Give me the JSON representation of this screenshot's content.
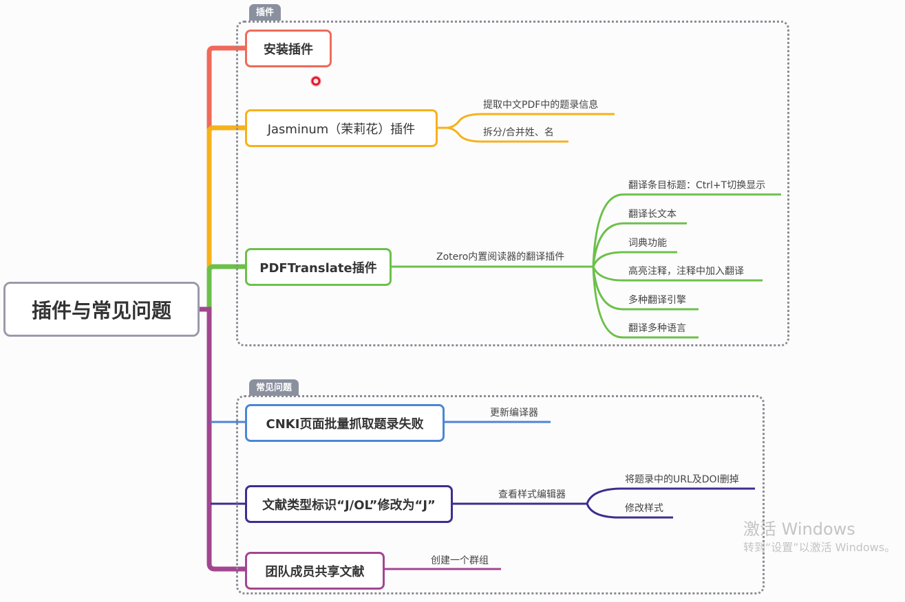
{
  "colors": {
    "install": "#ef6a5a",
    "jasminum": "#f6b11b",
    "pdftranslate": "#6cc04a",
    "root_trunk": "#a2468f",
    "cnki": "#4a86d4",
    "doctype": "#3c2d8f",
    "team": "#a2468f"
  },
  "root": {
    "label": "插件与常见问题"
  },
  "groups": [
    {
      "tag": "插件"
    },
    {
      "tag": "常见问题"
    }
  ],
  "topics": [
    {
      "label": "安装插件",
      "children": []
    },
    {
      "label": "Jasminum（茉莉花）插件",
      "children": [
        "提取中文PDF中的题录信息",
        "拆分/合并姓、名"
      ]
    },
    {
      "label": "PDFTranslate插件",
      "mid": "Zotero内置阅读器的翻译插件",
      "children": [
        "翻译条目标题：Ctrl+T切换显示",
        "翻译长文本",
        "词典功能",
        "高亮注释，注释中加入翻译",
        "多种翻译引擎",
        "翻译多种语言"
      ]
    },
    {
      "label": "CNKI页面批量抓取题录失败",
      "children": [
        "更新编译器"
      ]
    },
    {
      "label": "文献类型标识“J/OL”修改为“J”",
      "mid": "查看样式编辑器",
      "children": [
        "将题录中的URL及DOI删掉",
        "修改样式"
      ]
    },
    {
      "label": "团队成员共享文献",
      "children": [
        "创建一个群组"
      ]
    }
  ],
  "watermark": {
    "line1": "激活 Windows",
    "line2": "转到“设置”以激活 Windows。"
  }
}
